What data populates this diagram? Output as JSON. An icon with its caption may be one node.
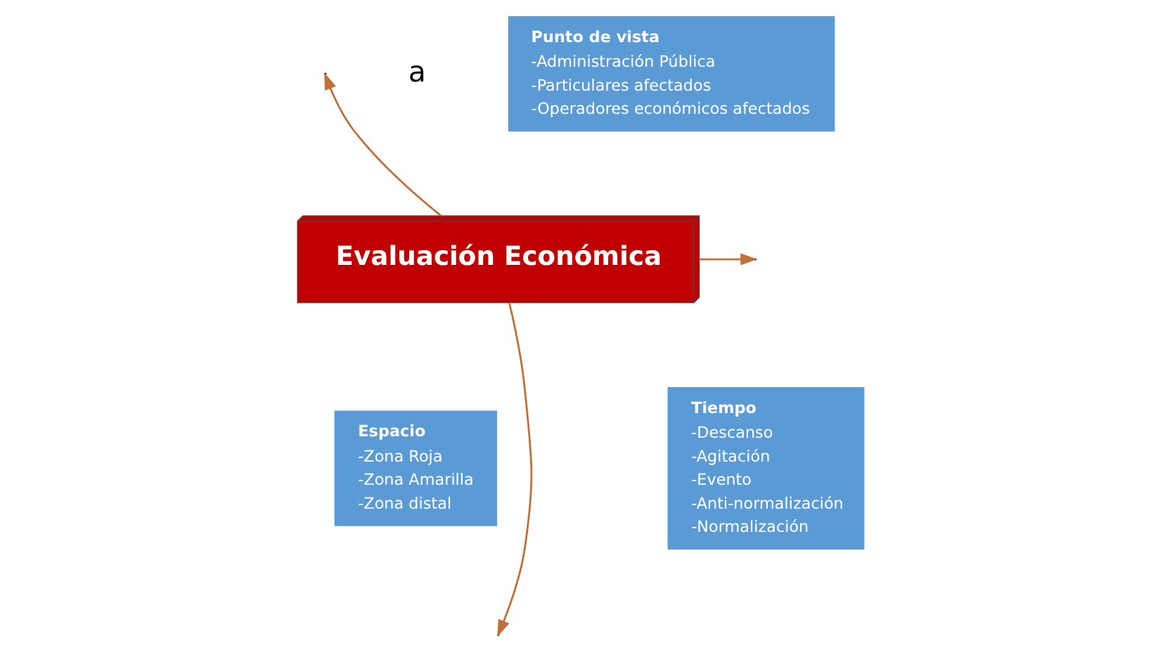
{
  "diagram": {
    "nodes": [
      {
        "text": [
          "Punto de vista",
          "-Administración Pública",
          "-Particulares afectados",
          "-Operadores económicos afectados"
        ]
      },
      {
        "text": [
          "Evaluación Económica"
        ]
      },
      {
        "text": [
          "Espacio",
          "-Zona Roja",
          "-Zona Amarilla",
          "-Zona distal"
        ]
      },
      {
        "text": [
          "Tiempo",
          "-Descanso",
          "-Agitación",
          "-Evento",
          "-Anti-normalización",
          "-Normalización"
        ]
      }
    ],
    "edges": [
      {
        "from": 1,
        "to": null,
        "arrow": "to"
      },
      {
        "from": 1,
        "to": null,
        "arrow": "to"
      },
      {
        "from": 1,
        "to": null,
        "arrow": "to"
      }
    ],
    "labels": [
      "a"
    ]
  }
}
